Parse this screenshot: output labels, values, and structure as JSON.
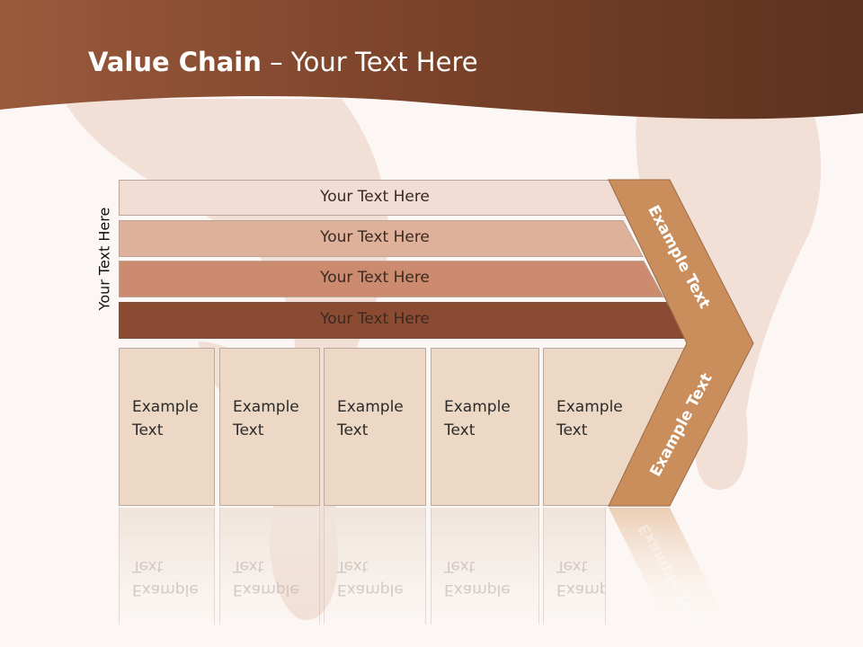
{
  "slide": {
    "title_bold": "Value Chain",
    "title_rest": " – Your Text Here",
    "vertical_label": "Your Text Here"
  },
  "bars": [
    {
      "label": "Your Text Here",
      "color": "#f2ddd4"
    },
    {
      "label": "Your Text Here",
      "color": "#dfb19b"
    },
    {
      "label": "Your Text Here",
      "color": "#cc8a6e"
    },
    {
      "label": "Your Text Here",
      "color": "#8b4b32"
    }
  ],
  "boxes": [
    {
      "line1": "Example",
      "line2": "Text"
    },
    {
      "line1": "Example",
      "line2": "Text"
    },
    {
      "line1": "Example",
      "line2": "Text"
    },
    {
      "line1": "Example",
      "line2": "Text"
    },
    {
      "line1": "Example",
      "line2": "Text"
    }
  ],
  "chevron": {
    "upper_label": "Example Text",
    "lower_label": "Example Text",
    "color": "#c98e5c"
  },
  "colors": {
    "header_dark": "#5c3220",
    "header_light": "#9a5a3c",
    "box_fill": "#ecd8c4"
  }
}
